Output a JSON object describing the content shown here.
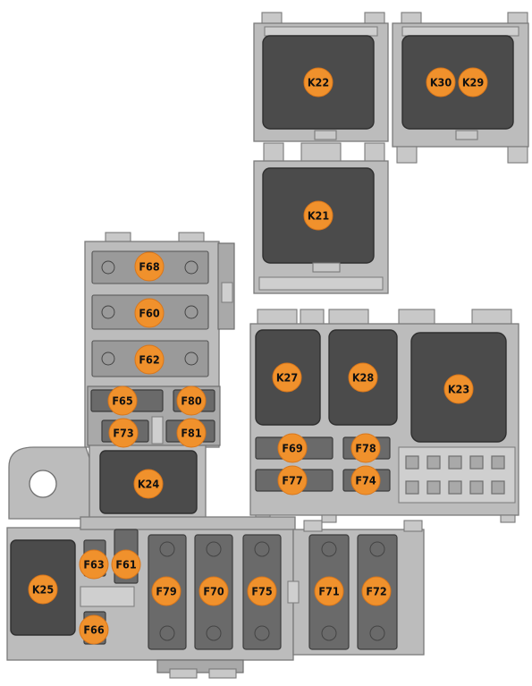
{
  "labels": {
    "k22": "K22",
    "k30": "K30",
    "k29": "K29",
    "k21": "K21",
    "f68": "F68",
    "f60": "F60",
    "f62": "F62",
    "f65": "F65",
    "f80": "F80",
    "f73": "F73",
    "f81": "F81",
    "k27": "K27",
    "k28": "K28",
    "k23": "K23",
    "f69": "F69",
    "f78": "F78",
    "f77": "F77",
    "f74": "F74",
    "k24": "K24",
    "k25": "K25",
    "f63": "F63",
    "f61": "F61",
    "f79": "F79",
    "f70": "F70",
    "f75": "F75",
    "f71": "F71",
    "f72": "F72",
    "f66": "F66"
  },
  "colors": {
    "label_fill": "#f0912c",
    "relay_body": "#4b4b4b",
    "housing": "#bcbcbc"
  }
}
